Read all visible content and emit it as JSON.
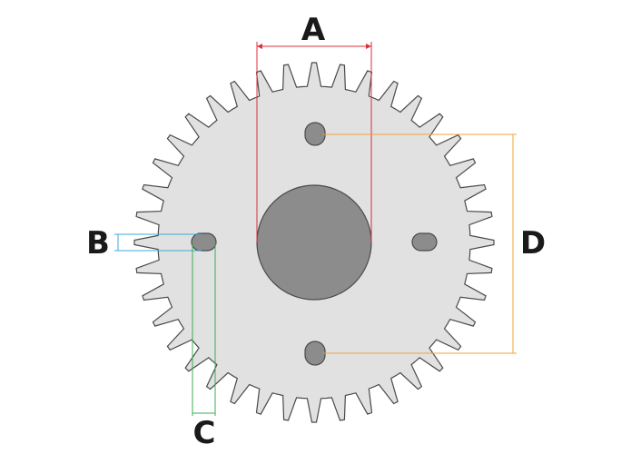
{
  "diagram": {
    "labels": {
      "a": "A",
      "b": "B",
      "c": "C",
      "d": "D"
    },
    "sprocket": {
      "teeth": 40,
      "slots": 4
    },
    "colors": {
      "background": "#ffffff",
      "sprocket_fill": "#e1e1e1",
      "sprocket_outline": "#4a4a4a",
      "bore_fill": "#8c8c8c",
      "slot_fill": "#8c8c8c",
      "dimension_a": "#d9303c",
      "dimension_b": "#42a8dc",
      "dimension_c": "#3cae52",
      "dimension_d": "#f3a23a",
      "label_text": "#1a1a1a"
    }
  }
}
